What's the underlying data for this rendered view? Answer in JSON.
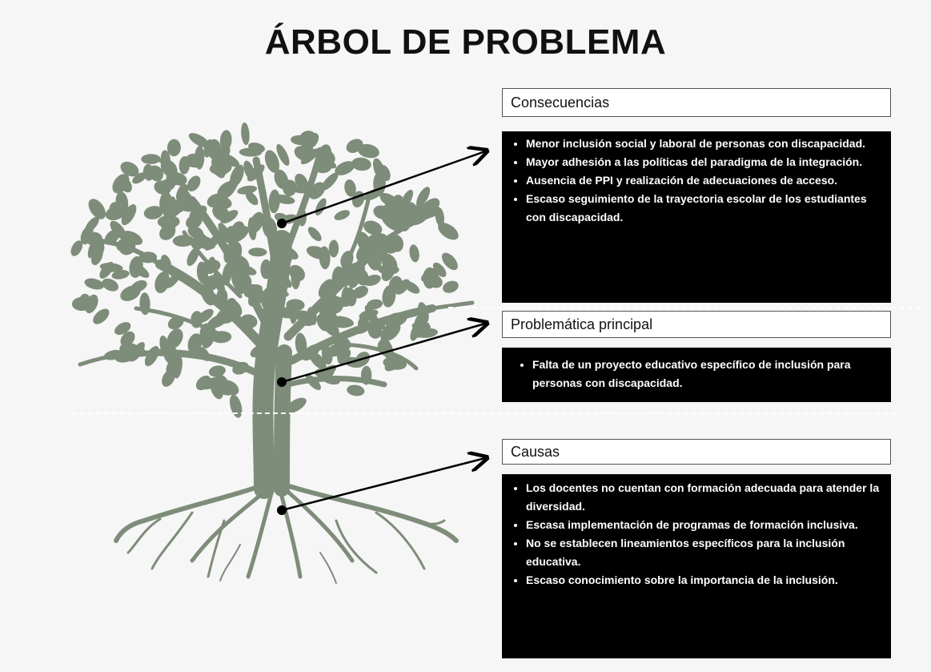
{
  "title": "ÁRBOL DE PROBLEMA",
  "colors": {
    "tree": "#7e8c7a",
    "box_bg": "#000000",
    "box_text": "#ffffff"
  },
  "sections": {
    "consecuencias": {
      "label": "Consecuencias",
      "items": [
        "Menor inclusión social y laboral de personas con discapacidad.",
        "Mayor adhesión a las políticas del paradigma de la integración.",
        "Ausencia de PPI y realización de adecuaciones de acceso.",
        "Escaso seguimiento de la trayectoria escolar de los estudiantes con discapacidad."
      ]
    },
    "problematica": {
      "label": "Problemática principal",
      "items": [
        "Falta de un proyecto educativo específico de inclusión para personas con discapacidad."
      ]
    },
    "causas": {
      "label": "Causas",
      "items": [
        "Los docentes no cuentan con formación adecuada para atender la diversidad.",
        "Escasa implementación de programas de formación inclusiva.",
        "No se establecen lineamientos específicos para la inclusión educativa.",
        "Escaso conocimiento sobre la importancia de la inclusión."
      ]
    }
  }
}
